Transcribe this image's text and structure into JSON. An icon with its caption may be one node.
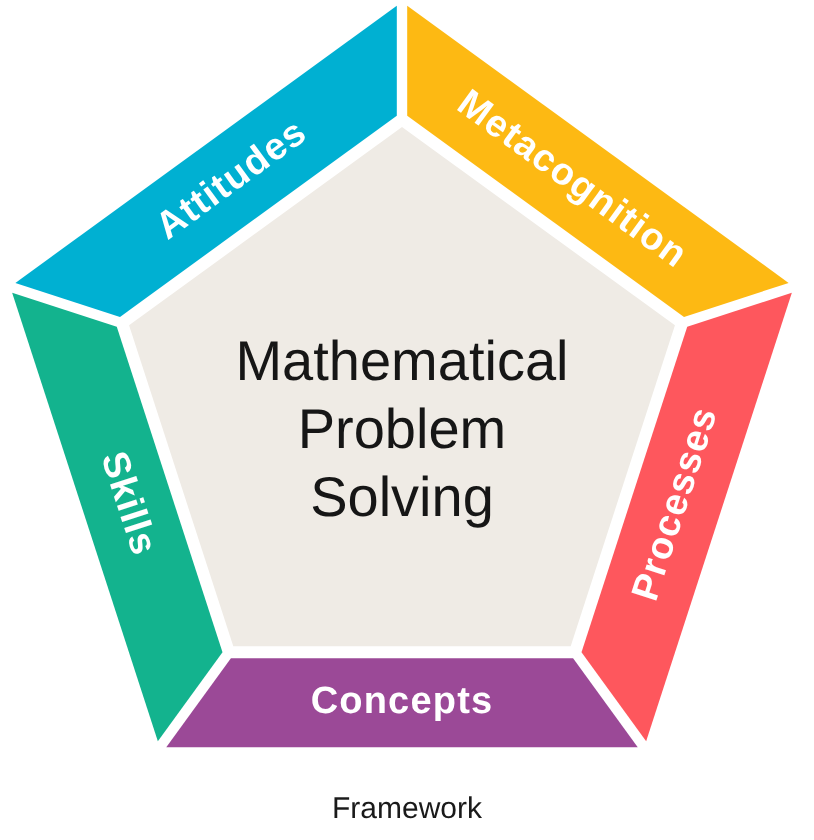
{
  "diagram": {
    "caption": "Framework",
    "nodes": [
      {
        "text": [
          "Attitudes"
        ]
      },
      {
        "text": [
          "Metacognition"
        ]
      },
      {
        "text": [
          "Mathematical Problem Solving"
        ]
      },
      {
        "text": [
          "Skills"
        ]
      },
      {
        "text": [
          "Processes"
        ]
      },
      {
        "text": [
          "Concepts"
        ]
      }
    ]
  }
}
